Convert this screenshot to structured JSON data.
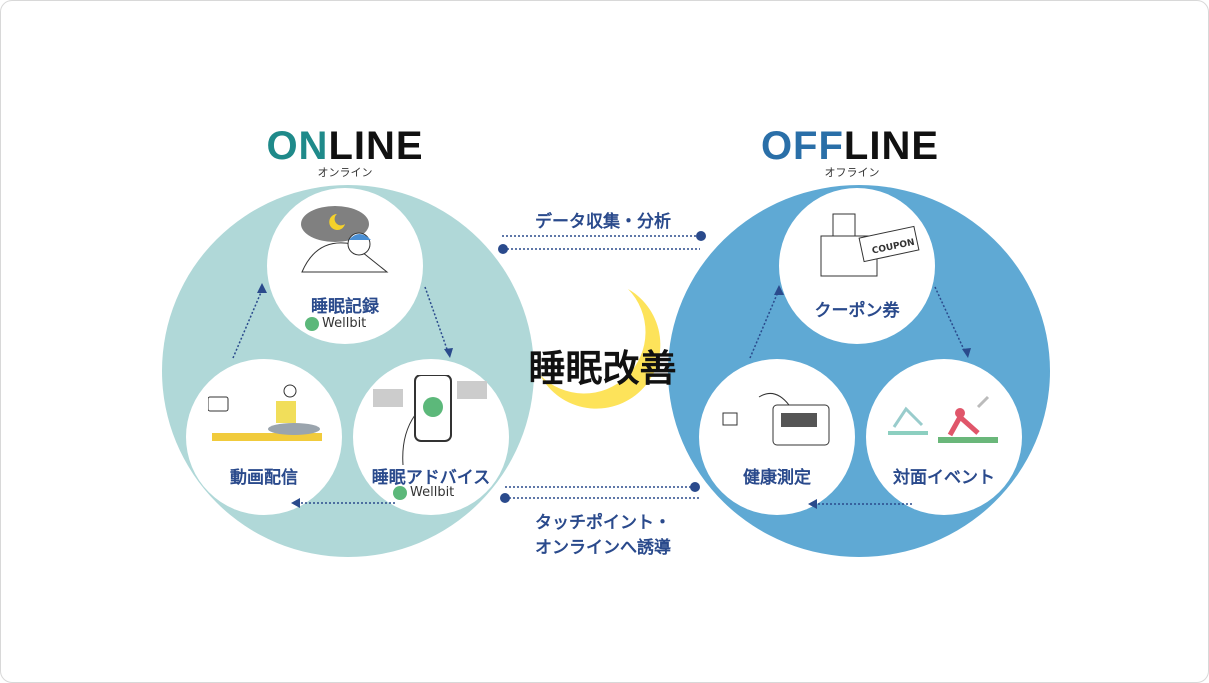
{
  "online": {
    "title_accent": "ON",
    "title_rest": "LINE",
    "subtitle": "オンライン",
    "accent_color": "#1f8a8a",
    "circle_color": "#b0d8d8",
    "items": [
      {
        "label": "睡眠記録",
        "brand": "Wellbit"
      },
      {
        "label": "動画配信"
      },
      {
        "label": "睡眠アドバイス",
        "brand": "Wellbit"
      }
    ]
  },
  "offline": {
    "title_accent": "OFF",
    "title_rest": "LINE",
    "subtitle": "オフライン",
    "accent_color": "#2a6fa8",
    "circle_color": "#5fa9d4",
    "items": [
      {
        "label": "クーポン券",
        "coupon_text": "COUPON"
      },
      {
        "label": "健康測定"
      },
      {
        "label": "対面イベント"
      }
    ]
  },
  "center": {
    "label": "睡眠改善"
  },
  "connectors": {
    "top": "データ収集・分析",
    "bottom_line1": "タッチポイント・",
    "bottom_line2": "オンラインへ誘導"
  }
}
